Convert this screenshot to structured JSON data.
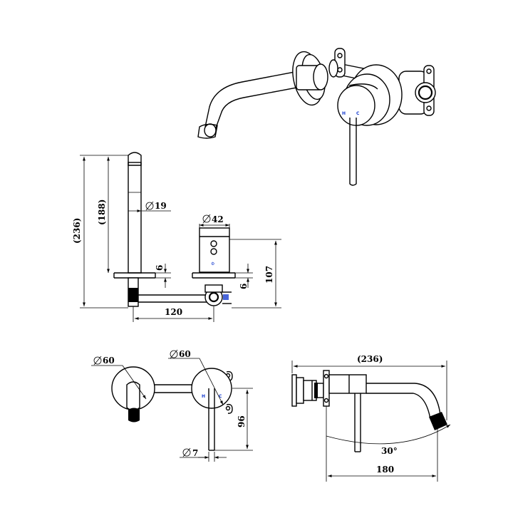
{
  "dimensions": {
    "overall_height": "(236)",
    "spout_height": "(188)",
    "spout_diameter": "19",
    "body_diameter": "42",
    "plate_thickness_left": "6",
    "plate_thickness_right": "6",
    "handle_height": "107",
    "center_distance": "120",
    "spout_plate_diameter": "60",
    "mixer_plate_diameter": "60",
    "lever_diameter": "7",
    "lever_length": "96",
    "side_overall_length": "(236)",
    "spout_angle": "30°",
    "spout_reach": "180"
  },
  "labels": {
    "hot": "H",
    "cold": "C"
  },
  "symbols": {
    "diameter": "diameter-symbol"
  },
  "colors": {
    "lines": "#000000",
    "hot_cold_marks": "#1a3fd0",
    "background": "#ffffff"
  }
}
